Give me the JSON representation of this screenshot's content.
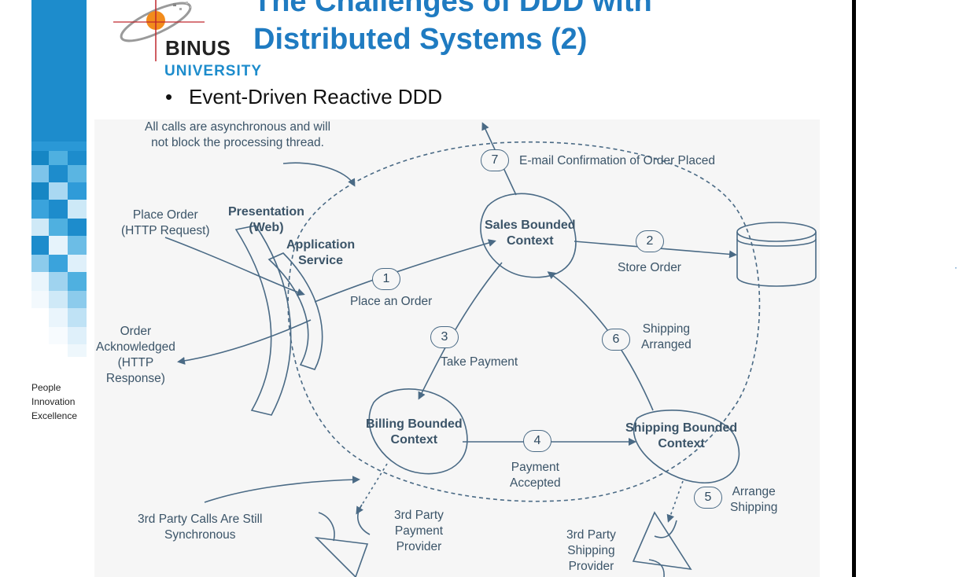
{
  "slide": {
    "title_line1": "The Challenges of DDD with",
    "title_line2": "Distributed Systems (2)",
    "logo_binus": "BINUS",
    "logo_university": "UNIVERSITY",
    "bullet": "Event-Driven Reactive DDD",
    "tagline": [
      "People",
      "Innovation",
      "Excellence"
    ],
    "right_mark": "·"
  },
  "diagram": {
    "note_async_1": "All calls are asynchronous and will",
    "note_async_2": "not block the processing thread.",
    "place_order_1": "Place Order",
    "place_order_2": "(HTTP Request)",
    "presentation_1": "Presentation",
    "presentation_2": "(Web)",
    "app_service_1": "Application",
    "app_service_2": "Service",
    "ack_1": "Order",
    "ack_2": "Acknowledged",
    "ack_3": "(HTTP",
    "ack_4": "Response)",
    "sales_1": "Sales Bounded",
    "sales_2": "Context",
    "billing_1": "Billing Bounded",
    "billing_2": "Context",
    "shipping_1": "Shipping Bounded",
    "shipping_2": "Context",
    "steps": [
      {
        "num": "1",
        "label": "Place an Order"
      },
      {
        "num": "2",
        "label": "Store Order"
      },
      {
        "num": "3",
        "label": "Take Payment"
      },
      {
        "num": "4",
        "label": "Payment",
        "label2": "Accepted"
      },
      {
        "num": "5",
        "label": "Arrange",
        "label2": "Shipping"
      },
      {
        "num": "6",
        "label": "Shipping",
        "label2": "Arranged"
      },
      {
        "num": "7",
        "label": "E-mail Confirmation of Order Placed"
      }
    ],
    "third_party_note_1": "3rd Party Calls Are Still",
    "third_party_note_2": "Synchronous",
    "payment_provider_1": "3rd Party",
    "payment_provider_2": "Payment",
    "payment_provider_3": "Provider",
    "shipping_provider_1": "3rd Party",
    "shipping_provider_2": "Shipping",
    "shipping_provider_3": "Provider"
  },
  "colors": {
    "title": "#1f7bc1",
    "diagram_line": "#4a6a85",
    "diagram_text": "#3b5468",
    "sidebar_blue": "#1d8ccc"
  }
}
